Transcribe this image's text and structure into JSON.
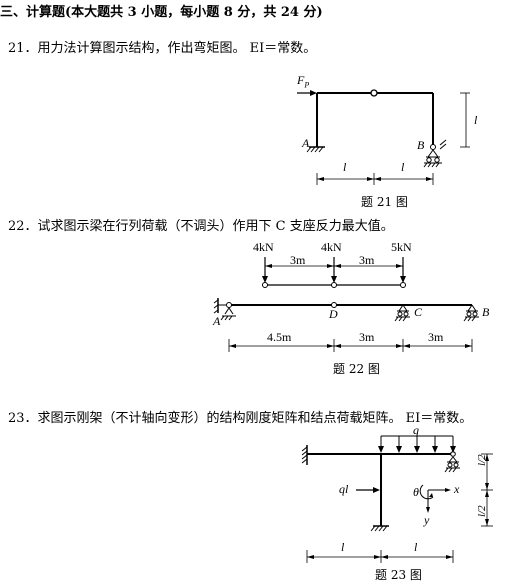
{
  "section_heading": "三、计算题(本大题共 3 小题，每小题 8 分，共 24 分)",
  "q21": {
    "text": "21．用力法计算图示结构，作出弯矩图。 EI＝常数。",
    "caption": "题 21 图",
    "labels": {
      "force": "F",
      "force_sub": "P",
      "A": "A",
      "B": "B",
      "l_height": "l",
      "l_left": "l",
      "l_right": "l"
    }
  },
  "q22": {
    "text": "22．试求图示梁在行列荷载（不调头）作用下 C 支座反力最大值。",
    "caption": "题 22 图",
    "loads": [
      "4kN",
      "4kN",
      "5kN"
    ],
    "load_spacings": [
      "3m",
      "3m"
    ],
    "labels": {
      "A": "A",
      "D": "D",
      "C": "C",
      "B": "B"
    },
    "spans": [
      "4.5m",
      "3m",
      "3m"
    ]
  },
  "q23": {
    "text": "23．求图示刚架（不计轴向变形）的结构刚度矩阵和结点荷载矩阵。 EI＝常数。",
    "caption": "题 23 图",
    "labels": {
      "q": "q",
      "ql": "ql",
      "theta": "θ",
      "x": "x",
      "y": "y",
      "half1": "l/2",
      "half2": "l/2",
      "l_left": "l",
      "l_right": "l"
    }
  }
}
